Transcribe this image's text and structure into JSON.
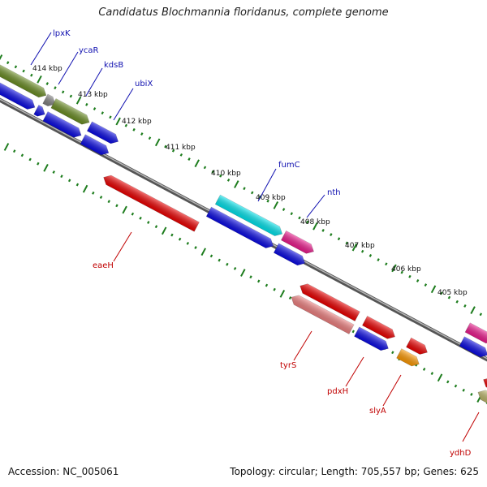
{
  "title": "Candidatus Blochmannia floridanus, complete genome",
  "footer": {
    "accession": "Accession: NC_005061",
    "summary": "Topology: circular; Length: 705,557 bp; Genes: 625"
  },
  "colors": {
    "backbone": "#8a8a8a",
    "tick": "#1e7d1e",
    "forward_label": "#1010b0",
    "reverse_label": "#c00000",
    "olive": "#6b8e23",
    "blue": "#0a0ae6",
    "red": "#ee0000",
    "cyan": "#00e5ee",
    "magenta": "#ee1a8e",
    "pink": "#f08080",
    "orange": "#ff9900",
    "khaki": "#bdb76b",
    "grey": "#808080"
  },
  "kbp_labels": [
    "414 kbp",
    "413 kbp",
    "412 kbp",
    "411 kbp",
    "410 kbp",
    "409 kbp",
    "408 kbp",
    "407 kbp",
    "406 kbp",
    "405 kbp"
  ],
  "forward_genes": [
    "lpxK",
    "ycaR",
    "kdsB",
    "ubiX",
    "fumC",
    "nth"
  ],
  "reverse_genes": [
    "eaeH",
    "tyrS",
    "pdxH",
    "slyA",
    "ydhD"
  ]
}
